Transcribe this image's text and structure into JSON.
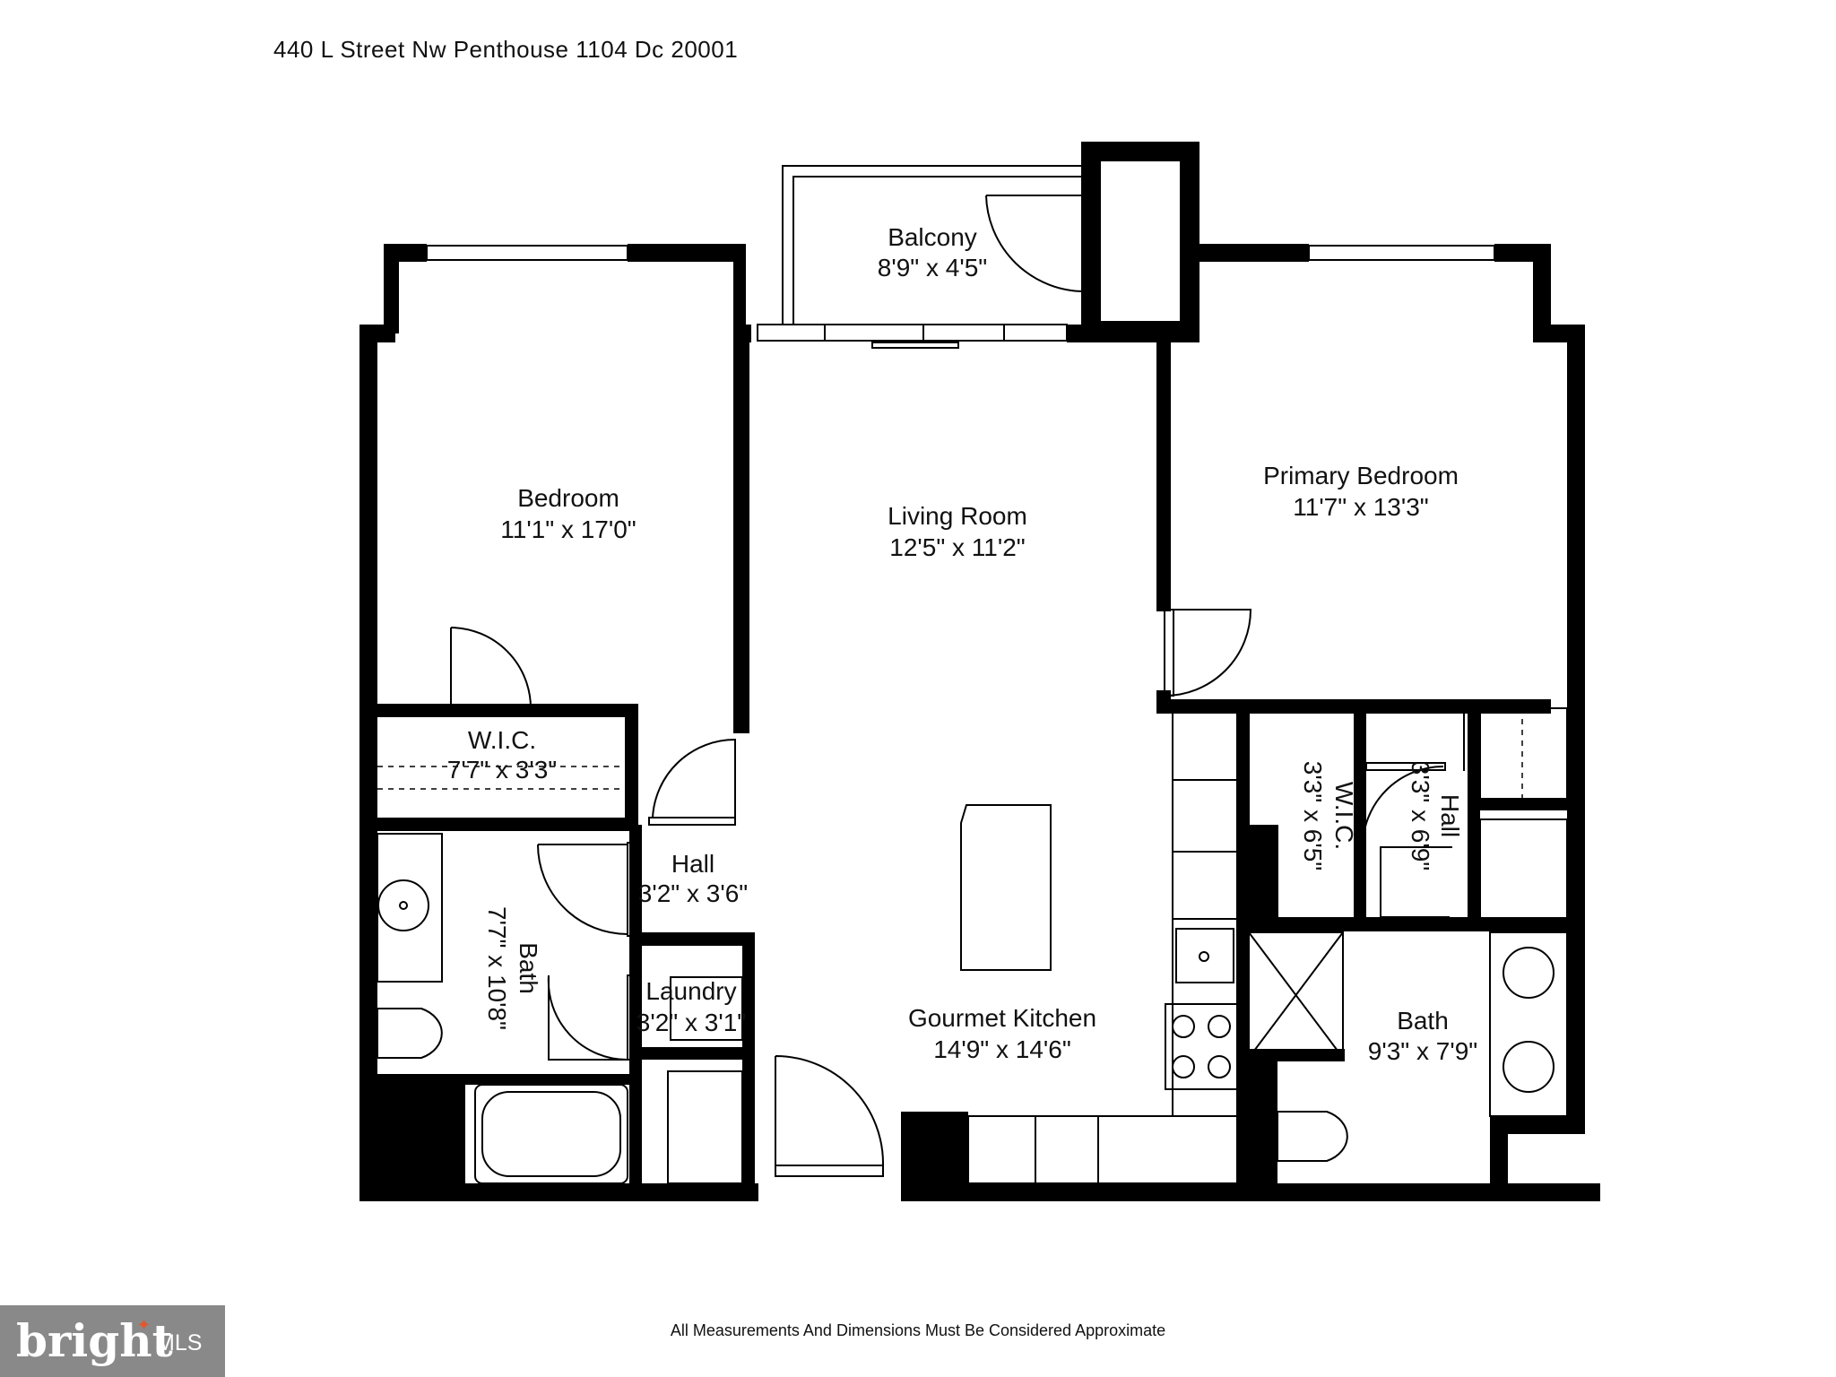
{
  "header": {
    "address": "440 L Street Nw Penthouse 1104 Dc 20001"
  },
  "rooms": [
    {
      "name": "Balcony",
      "dims": "8'9\" x 4'5\""
    },
    {
      "name": "Bedroom",
      "dims": "11'1\" x 17'0\""
    },
    {
      "name": "Living Room",
      "dims": "12'5\" x 11'2\""
    },
    {
      "name": "Primary Bedroom",
      "dims": "11'7\" x 13'3\""
    },
    {
      "name": "W.I.C.",
      "dims": "7'7\" x 3'3\""
    },
    {
      "name": "Hall",
      "dims": "3'2\" x 3'6\""
    },
    {
      "name": "Bath",
      "dims": "7'7\" x 10'8\""
    },
    {
      "name": "Laundry",
      "dims": "3'2\" x 3'1\""
    },
    {
      "name": "Gourmet Kitchen",
      "dims": "14'9\" x 14'6\""
    },
    {
      "name": "W.I.C.",
      "dims": "3'3\" x 6'5\""
    },
    {
      "name": "Hall",
      "dims": "3'3\" x 6'9\""
    },
    {
      "name": "Bath",
      "dims": "9'3\" x 7'9\""
    }
  ],
  "footer": {
    "note": "All Measurements And Dimensions Must Be Considered Approximate"
  },
  "logo": {
    "brand": "bright",
    "suffix": "MLS",
    "bg_color": "#898989",
    "accent_color": "#e8542a"
  }
}
